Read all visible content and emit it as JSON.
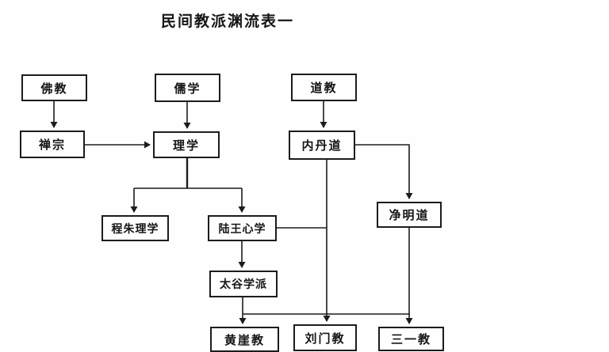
{
  "title": "民间教派渊流表一",
  "colors": {
    "paper": "#fefefe",
    "ink": "#1c1c1c"
  },
  "nodes": [
    {
      "id": "fojiao",
      "label": "佛教"
    },
    {
      "id": "ruxue",
      "label": "儒学"
    },
    {
      "id": "daojiao",
      "label": "道教"
    },
    {
      "id": "chanzong",
      "label": "禅宗"
    },
    {
      "id": "lixue",
      "label": "理学"
    },
    {
      "id": "neidandao",
      "label": "内丹道"
    },
    {
      "id": "chengzhu-lixue",
      "label": "程朱理学"
    },
    {
      "id": "luwang-xinxue",
      "label": "陆王心学"
    },
    {
      "id": "jingmingdao",
      "label": "净明道"
    },
    {
      "id": "taigu-xuepai",
      "label": "太谷学派"
    },
    {
      "id": "huangya-jiao",
      "label": "黄崖教"
    },
    {
      "id": "liumen-jiao",
      "label": "刘门教"
    },
    {
      "id": "sanyi-jiao",
      "label": "三一教"
    }
  ],
  "edges": [
    {
      "from": "佛教",
      "to": "禅宗",
      "arrow": true
    },
    {
      "from": "儒学",
      "to": "理学",
      "arrow": true
    },
    {
      "from": "道教",
      "to": "内丹道",
      "arrow": true
    },
    {
      "from": "禅宗",
      "to": "理学",
      "arrow": true
    },
    {
      "from": "理学",
      "to": "程朱理学",
      "arrow": true
    },
    {
      "from": "理学",
      "to": "陆王心学",
      "arrow": true
    },
    {
      "from": "内丹道",
      "to": "净明道",
      "arrow": true
    },
    {
      "from": "内丹道",
      "to": "刘门教",
      "arrow": true
    },
    {
      "from": "陆王心学",
      "to": "刘门教",
      "arrow": false
    },
    {
      "from": "陆王心学",
      "to": "太谷学派",
      "arrow": true
    },
    {
      "from": "太谷学派",
      "to": "黄崖教",
      "arrow": true
    },
    {
      "from": "太谷学派",
      "to": "三一教",
      "arrow": false
    },
    {
      "from": "净明道",
      "to": "三一教",
      "arrow": true
    }
  ]
}
